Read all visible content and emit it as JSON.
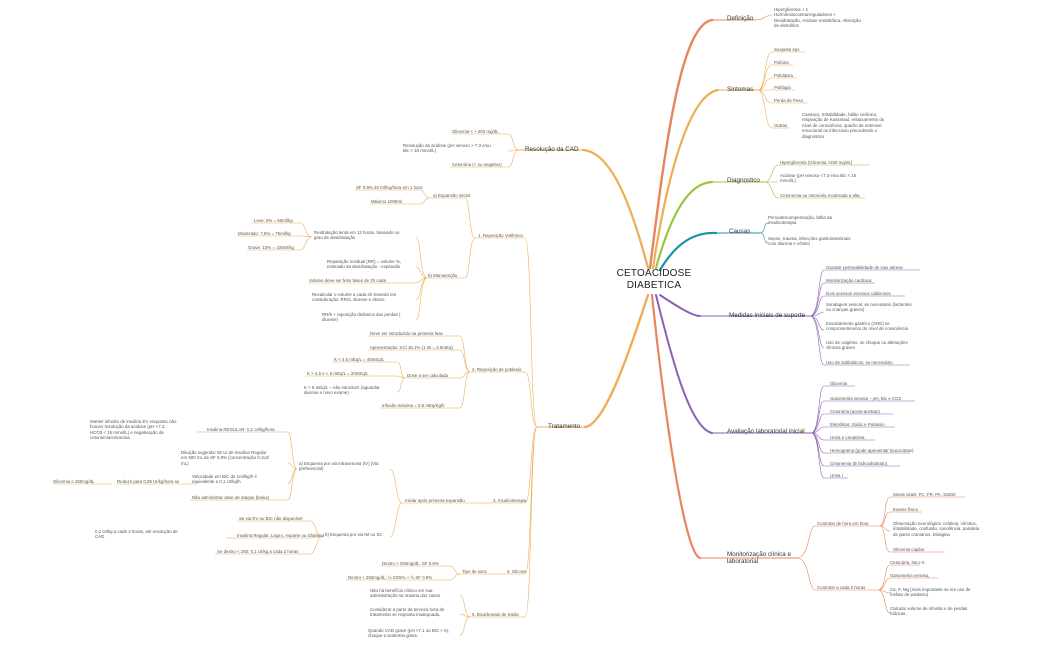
{
  "central_topic": {
    "line1": "CETOACIDOSE",
    "line2": "DIABETICA"
  },
  "colors": {
    "definicao": "#e8845e",
    "sintomas": "#eeae55",
    "diagnostico": "#9bc53d",
    "causas": "#1d90a6",
    "medidas": "#8a63b0",
    "avaliacao": "#8a63b0",
    "monitorizacao": "#e8845e",
    "resolucao": "#eeae55",
    "tratamento": "#eeae55"
  },
  "definicao": {
    "label": "Definição",
    "items": [
      "Hiperglicemia +  1\nHormônioscontrarreguladores +\nDesidratação, Acidose metabólica, Alteração\nde eletrólitos"
    ]
  },
  "sintomas": {
    "label": "Sintomas",
    "items": [
      "Suspeita 4ps",
      "Poliúria",
      "Polidipsia",
      "Polifagia",
      "Perda de Peso"
    ],
    "outras_label": "Outras",
    "outras_text": "Cansaço, Irritabilidade, hálito cetônico,\nrespiração de Kussmaul, rebaixamento do\nnível de consciência, quadro de estresse\nemocional ou infeccioso precedendo o\ndiagnóstico"
  },
  "diagnostico": {
    "label": "Diagnostico",
    "items": [
      "Hiperglicemia (Glicemia >200 mg/dL)",
      "Acidose (pH venoso <7.3 e/ou Bic < 15\nmmol/L)",
      "Cetonemia ou cetonúria moderada a alta"
    ]
  },
  "causas": {
    "label": "Causas",
    "items": [
      "Primodescompensação, falha da\ninsulinoterapia",
      "Sepse, trauma, infecções gastrointestinais\ncom diarreia e vômito"
    ]
  },
  "medidas": {
    "label": "Medidas iniciais de suporte",
    "items": [
      "Garantir permeabilidade de vias aéreas",
      "Monitorização cardíaca",
      "Dois acessos venosos calibrosos",
      "Sondagem vesical, se necessário (lactentes\nou crianças graves)",
      "Esvaziamento gástrico (SNG) se\ncomprometimento do nível de consciência",
      "Uso de oxigênio, se choque ou alterações\nclínicas graves",
      "Uso de antibióticos, se necessário"
    ]
  },
  "avaliacao": {
    "label": "Avaliação laboratorial inicial",
    "items": [
      "Glicemia",
      "Gasometria venosa – pH, Bic e CO2",
      "Cetonúria (aceto-acetato)",
      "Eletrólitos: Sódio e Potássio",
      "Ureia e creatinina",
      "Hemograma (pode apresentar leucocitose)",
      "Cetonemia (B hidroxibutirato)",
      "Urina I"
    ]
  },
  "monitorizacao": {
    "label": "Monitorização clínica e\nlaboratorial",
    "hora_label": "Controlar de hora em hora",
    "hora_items": [
      "Sinais vitais: FC, FR, PA, SatO2",
      "Exame físico",
      "Observação neurológica: cefaleia, vômitos,\nirritabilidade, confusão, sonolência, paralisia\nde pares cranianos, Disagina",
      "Glicemia capilar"
    ],
    "duas_label": "Controlar a cada 2 horas",
    "duas_items": [
      "Cetonúria, Na e K",
      "Gasometria venosa,",
      "Ca, P, Mg (mais importante se em uso de\nfosfato de potássio)",
      "Calcular volume de infusão e de perdas\nhídricas,"
    ]
  },
  "resolucao": {
    "label": "Resolução da CAD",
    "items": [
      "Glicemia < + 200 mg/dL",
      "Resolução da acidose (pH venoso > 7.3 e/ou\nBic > 18 mmol/L)",
      "Cetonúria (+ ou negativo)"
    ]
  },
  "tratamento": {
    "label": "Tratamento",
    "reposicao_volemica": {
      "label": "1. Reposição Volêmica",
      "expansao": {
        "label": "a) Expansão inicial",
        "items": [
          "SF 0.9%  20 ml/Kg/hora em 1 hora",
          "Máximo 1000ml"
        ]
      },
      "manutencao": {
        "label": "b) Manutenção",
        "reidratacao": "Reidratação lenta em 12 horas, baseado no\ngrau de desidratação",
        "graus": [
          "Leve: 5% = 50ml/kg",
          "Moderado: 7,5% = 75ml/kg",
          "Grave: 10% = 100ml/kg"
        ],
        "items": [
          "Reparação residual (RR) = volume %,\nestimado da desidratação - expansão",
          "Volume deve ser feito fases de 2h cada",
          "Recalcular o volume a cada 2h levando em\nconsideração: RR/3, diurese e dextro",
          "RR/6 + reposição dinâmica das perdas (\ndiurese)"
        ]
      }
    },
    "reposicao_potassio": {
      "label": "2. Reposição de potássio",
      "item1": "Deve ser introduzido na primeira fase",
      "item2": "Apresentação: KCl 19.1% (1 ml = 2.5mEq)",
      "dose_label": "Dose a ser calculada",
      "doses": [
        "K < 4.5 mEq/L = 40mEq/L",
        "K > 4.5 e < 6 mEq/L = 20mEq/L",
        "K > 6 mEq/L – não introduzir (aguardar\ndiurese e novo exame)"
      ],
      "item3": "Infusão máxima = 0.5 mEq/Kg/h"
    },
    "insulinoterapia": {
      "label": "3. Insulinoterapia",
      "iniciar": "Iniciar após primeira expansão",
      "iv": {
        "label": "a) Esquema por via Intravenosa (IV) (Via\npreferencial)",
        "regular": "Insulina REGULAR: 0,1 UI/kg/hora",
        "manter": "Manter infusão de insulina EV enquanto não\nhouver resolução da acidose (pH <7.3,\nHCO3 < 15 mmol/L) e negativação de\ncetonemia/cetonúria.",
        "diluicao": "Diluição sugerida: 50 UI de insulina Regular\nem 500 mL de SF 0.9% (concentração 0,1UI/\nmL)",
        "velocidade": "Velocidade em BIC de 1ml/kg/h é\nequivalente a 0,1 UI/kg/h",
        "reduzir": "Reduzir para 0,05 UI/kg/hora se",
        "glicemia": "Glicemia ≤ 250mg/dL",
        "ataque": "Não administrar dose de ataque (bolus)"
      },
      "sc": {
        "label": "b) Esquema por via IM ou SC",
        "sem_bic": "Se via EV ou BIC não disponível",
        "lispro": "Insulina Regular, Lispro, Asparte ou Glulisina",
        "dose": "0,2 UI/kg a cada 2 horas, até resolução de\nCAD",
        "dextro": "Se dextro < 250: 0,1 UI/kg a cada 2 horas"
      }
    },
    "glicose": {
      "label": "4. Glicose",
      "tipo_label": "Tipo de soro:",
      "items": [
        "Dextro > 250mg/dL: SF 0.9%",
        "Dextro < 250mg/dL: ½ SG5% + ½ SF 0.9%"
      ]
    },
    "bicarbonato": {
      "label": "5. Bicarbonato de Sódio",
      "items": [
        "Não há benefício clínico em sua\nadministração na maioria dos casos",
        "Considerar a partir da terceira hora de\ntratamento se resposta inadequada,",
        "Quando CAD grave (pH <7.1 ou BIC < 5),\nchoque e acidemia grave."
      ]
    }
  }
}
